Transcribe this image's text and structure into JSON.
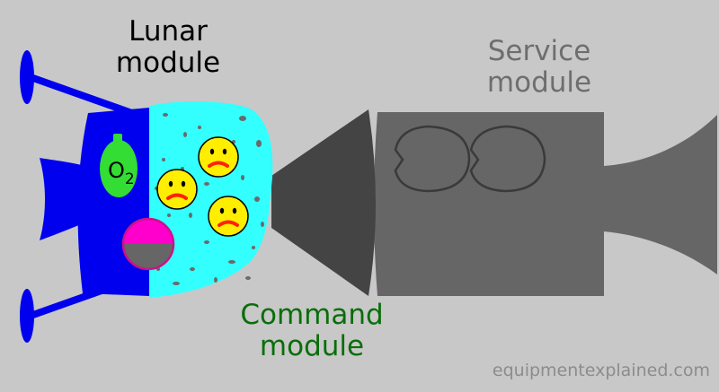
{
  "labels": {
    "lunar_module": [
      "Lunar",
      "module"
    ],
    "service_module": [
      "Service",
      "module"
    ],
    "command_module": [
      "Command",
      "module"
    ],
    "credit": "equipmentexplained.com"
  },
  "oxygen_tank": {
    "symbol": "O",
    "subscript": "2"
  },
  "crew_count": 3,
  "colors": {
    "background": "#c8c8c8",
    "lunar_module": "#0000ee",
    "command_module": "#33ffff",
    "service_module": "#666666",
    "nozzle": "#444444",
    "oxygen_tank": "#33dd33",
    "crew_face": "#ffee00",
    "crew_mouth": "#ff2200",
    "hatch_top": "#ff00cc",
    "hatch_bottom": "#666666",
    "lunar_label": "#000000",
    "service_label": "#6e6e6e",
    "command_label": "#0a6e0a",
    "credit": "#8c8c8c"
  }
}
